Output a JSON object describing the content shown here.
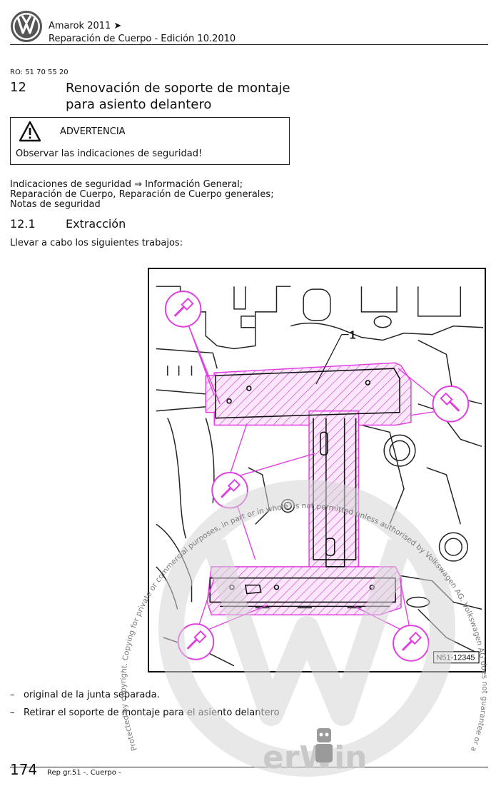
{
  "header": {
    "title": "Amarok 2011 ➤",
    "subtitle": "Reparación de Cuerpo - Edición 10.2010"
  },
  "ro_code": "RO: 51 70 55 20",
  "section": {
    "number": "12",
    "title": "Renovación de soporte de montaje para asiento delantero"
  },
  "warning": {
    "title": "ADVERTENCIA",
    "text": "Observar las indicaciones de seguridad!"
  },
  "safety_notes": {
    "line1": "Indicaciones de seguridad ⇒ Información General;",
    "line2": "Reparación de Cuerpo, Reparación de Cuerpo generales;",
    "line3": "Notas de seguridad"
  },
  "subsection": {
    "number": "12.1",
    "title": "Extracción"
  },
  "intro": "Llevar a cabo los siguientes trabajos:",
  "figure": {
    "callout": "1",
    "ref_code": "N51-12345"
  },
  "steps": [
    "original de la junta separada.",
    "Retirar el soporte de montaje para el asiento delantero"
  ],
  "footer": {
    "page": "174",
    "text": "Rep gr.51 -. Cuerpo -"
  },
  "watermark": {
    "text": "Protected by copyright. Copying for private or commercial purposes, in part or in whole, is not permitted unless authorised by Volkswagen AG. Volkswagen AG does not guarantee or accept any liability with respect to the correctness of information in this document. Copyright by Volkswagen AG.",
    "brand": "erWin"
  },
  "colors": {
    "highlight": "#e040e0",
    "hatch": "#c838c8",
    "ink": "#111111",
    "watermark": "#d6d6d6"
  }
}
